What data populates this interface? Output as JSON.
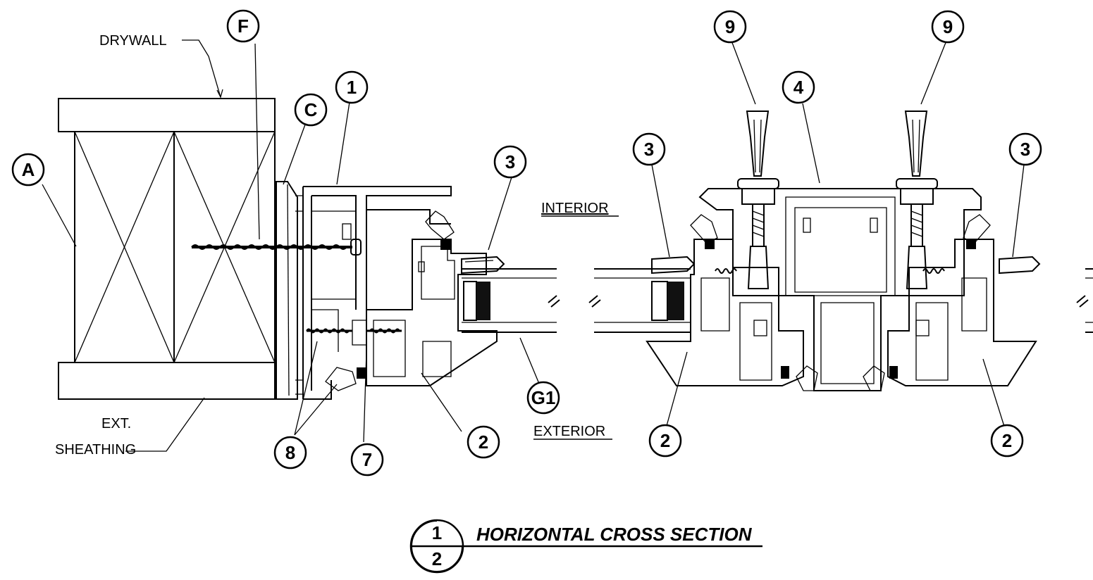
{
  "labels": {
    "drywall": "DRYWALL",
    "ext_line1": "EXT.",
    "ext_line2": "SHEATHING",
    "interior": "INTERIOR",
    "exterior": "EXTERIOR"
  },
  "callouts": {
    "A": "A",
    "F": "F",
    "C": "C",
    "c1": "1",
    "c3_left": "3",
    "c2_left": "2",
    "G1": "G1",
    "c8": "8",
    "c7": "7",
    "c9_left": "9",
    "c9_right": "9",
    "c4": "4",
    "c3_mid": "3",
    "c3_right": "3",
    "c2_mid": "2",
    "c2_right": "2"
  },
  "title_block": {
    "detail_number": "1",
    "sheet_number": "2",
    "title": "HORIZONTAL CROSS SECTION"
  }
}
